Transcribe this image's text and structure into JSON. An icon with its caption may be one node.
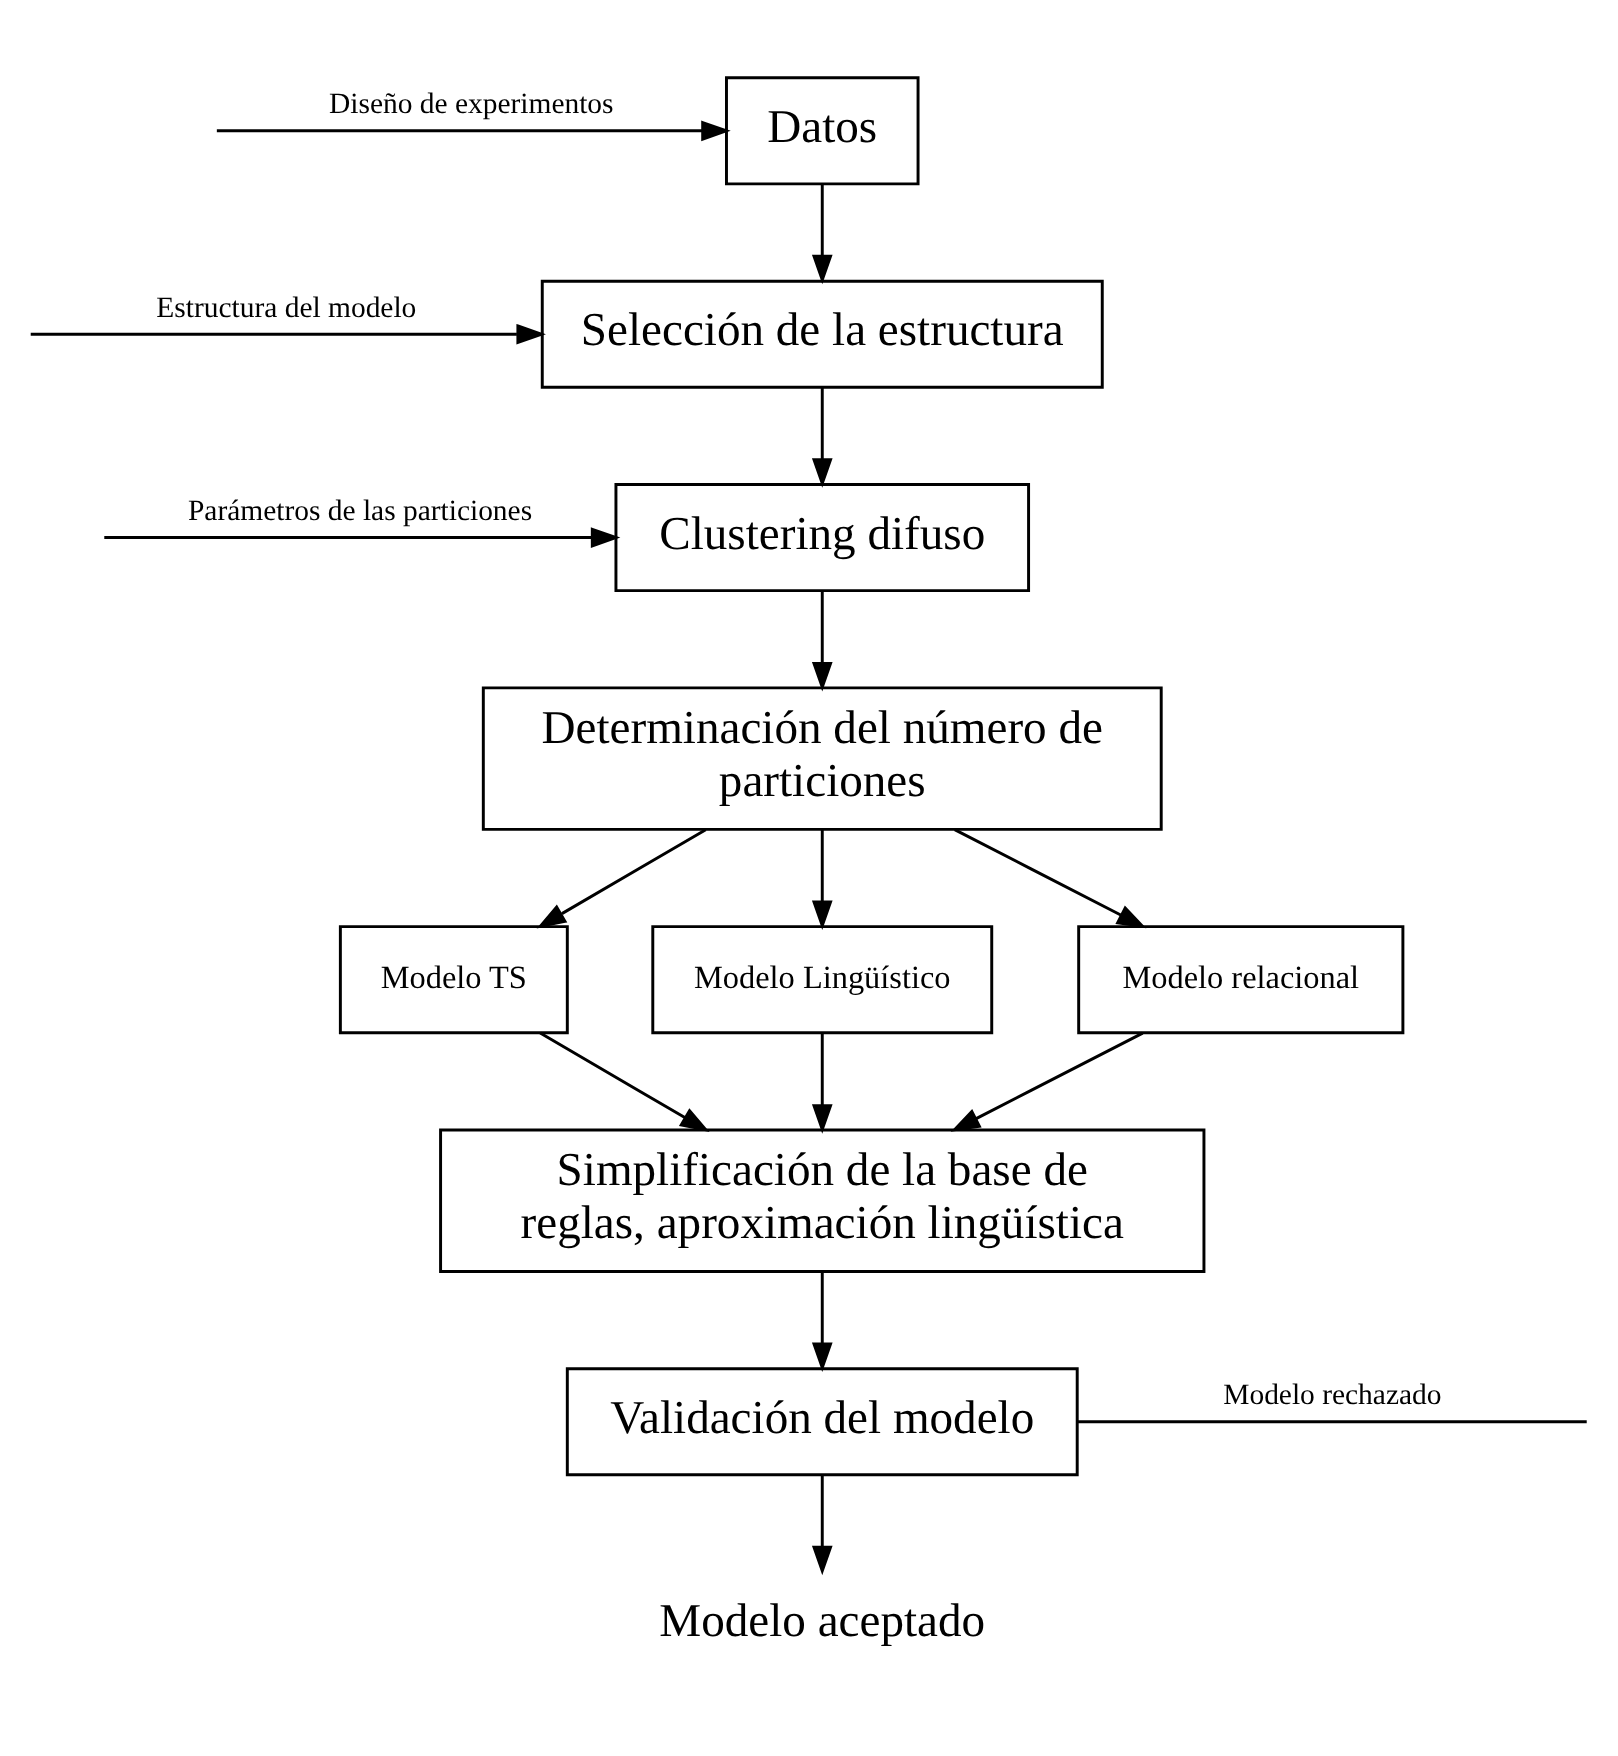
{
  "diagram": {
    "nodes": [
      {
        "text": [
          "Datos"
        ]
      },
      {
        "text": [
          "Selección de la estructura"
        ]
      },
      {
        "text": [
          "Clustering difuso"
        ]
      },
      {
        "text": [
          "Determinación del número de particiones"
        ]
      },
      {
        "text": [
          "Modelo TS"
        ]
      },
      {
        "text": [
          "Modelo Lingüístico"
        ]
      },
      {
        "text": [
          "Modelo relacional"
        ]
      },
      {
        "text": [
          "Simplificación de la base de reglas, aproximación lingüística"
        ]
      },
      {
        "text": [
          "Validación del modelo"
        ]
      },
      {
        "text": [
          "Modelo aceptado"
        ]
      }
    ],
    "edges": [
      {
        "from": null,
        "to": 0,
        "arrow": "to",
        "label": "Diseño de experimentos"
      },
      {
        "from": 0,
        "to": 1,
        "arrow": "to"
      },
      {
        "from": null,
        "to": 1,
        "arrow": "to",
        "label": "Estructura del modelo"
      },
      {
        "from": 1,
        "to": 2,
        "arrow": "to"
      },
      {
        "from": null,
        "to": 2,
        "arrow": "to",
        "label": "Parámetros de las particiones"
      },
      {
        "from": 2,
        "to": 3,
        "arrow": "to"
      },
      {
        "from": 3,
        "to": 4,
        "arrow": "to"
      },
      {
        "from": 3,
        "to": 5,
        "arrow": "to"
      },
      {
        "from": 3,
        "to": 6,
        "arrow": "to"
      },
      {
        "from": 4,
        "to": 7,
        "arrow": "to"
      },
      {
        "from": 5,
        "to": 7,
        "arrow": "to"
      },
      {
        "from": 6,
        "to": 7,
        "arrow": "to"
      },
      {
        "from": 7,
        "to": 8,
        "arrow": "to"
      },
      {
        "from": 8,
        "to": null,
        "arrow": "none",
        "label": "Modelo rechazado"
      },
      {
        "from": 8,
        "to": 9,
        "arrow": "to"
      }
    ]
  }
}
